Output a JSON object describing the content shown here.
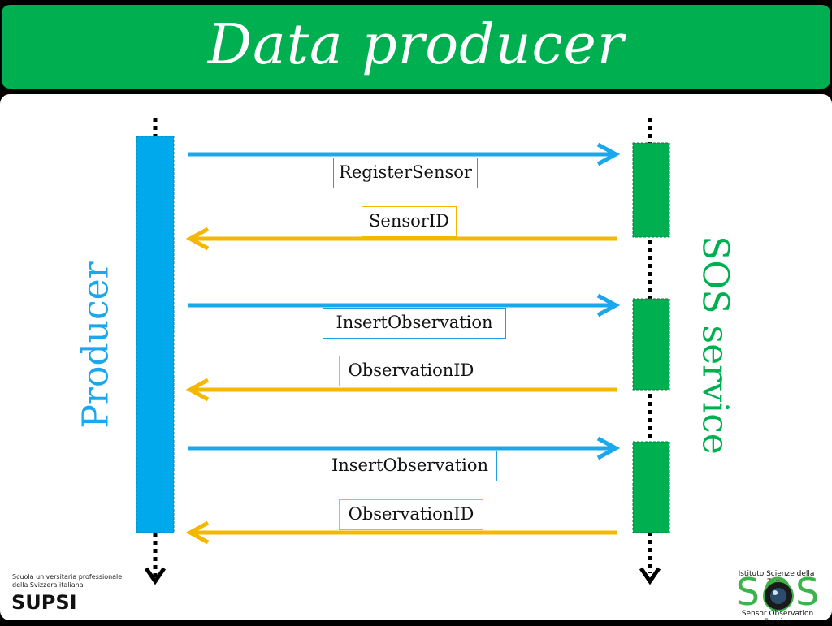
{
  "header": {
    "title": "Data producer"
  },
  "lifelines": {
    "producer": {
      "label": "Producer",
      "color": "#00a8ec"
    },
    "sos": {
      "label": "SOS service",
      "color": "#00b050"
    }
  },
  "messages": [
    {
      "label": "RegisterSensor",
      "direction": "request"
    },
    {
      "label": "SensorID",
      "direction": "response"
    },
    {
      "label": "InsertObservation",
      "direction": "request"
    },
    {
      "label": "ObservationID",
      "direction": "response"
    },
    {
      "label": "InsertObservation",
      "direction": "request"
    },
    {
      "label": "ObservationID",
      "direction": "response"
    }
  ],
  "colors": {
    "request": "#1aa7ec",
    "response": "#f5b800",
    "header": "#00b050"
  },
  "logos": {
    "supsi": {
      "line1": "Scuola universitaria professionale",
      "line2": "della Svizzera italiana",
      "name": "SUPSI"
    },
    "ist": {
      "top": "Istituto Scienze della Terra",
      "letters": "SOS",
      "bottom": "Sensor Observation Service"
    }
  }
}
